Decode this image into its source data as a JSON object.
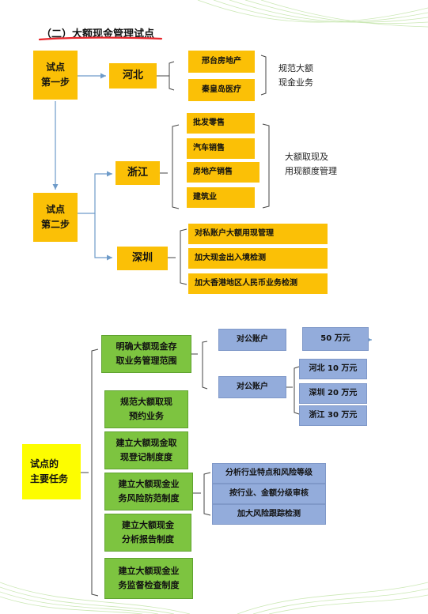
{
  "title": "（二）大额现金管理试点",
  "colors": {
    "orange": "#fbc006",
    "yellow": "#fdfd00",
    "green": "#7dc440",
    "blue": "#93acdb",
    "connector": "#6e9bc9",
    "underline": "#e8262c"
  },
  "part1": {
    "step1": [
      "试点",
      "第一步"
    ],
    "step2": [
      "试点",
      "第二步"
    ],
    "hebei": {
      "label": "河北",
      "items": [
        "邢台房地产",
        "秦皇岛医疗"
      ],
      "note": [
        "规范大额",
        "现金业务"
      ]
    },
    "zhejiang": {
      "label": "浙江",
      "items": [
        "批发零售",
        "汽车销售",
        "房地产销售",
        "建筑业"
      ],
      "note": [
        "大额取现及",
        "用现额度管理"
      ]
    },
    "shenzhen": {
      "label": "深圳",
      "items": [
        "对私账户大额用现管理",
        "加大现金出入境检测",
        "加大香港地区人民币业务检测"
      ]
    }
  },
  "part2": {
    "root": [
      "试点的",
      "主要任务"
    ],
    "tasks": [
      [
        "明确大额现金存",
        "取业务管理范围"
      ],
      [
        "规范大额取现",
        "预约业务"
      ],
      [
        "建立大额现金取",
        "现登记制度度"
      ],
      [
        "建立大额现金业",
        "务风险防范制度"
      ],
      [
        "建立大额现金",
        "分析报告制度"
      ],
      [
        "建立大额现金业",
        "务监督检查制度"
      ]
    ],
    "account1": "对公账户",
    "amount1": "50 万元",
    "account2": "对公账户",
    "amounts2": [
      "河北 10 万元",
      "深圳 20 万元",
      "浙江 30 万元"
    ],
    "risk_items": [
      "分析行业特点和风险等级",
      "按行业、金额分级审核",
      "加大风险跟踪检测"
    ]
  }
}
